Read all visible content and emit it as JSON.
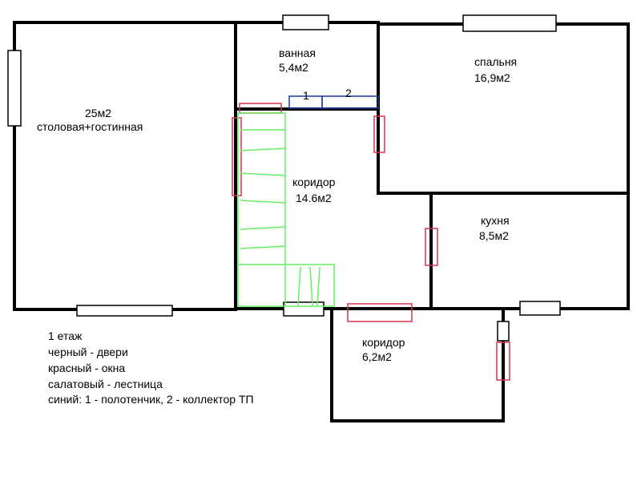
{
  "colors": {
    "walls": "#000000",
    "doors": "#000000",
    "windows": "#d8344f",
    "stairs": "#66ee66",
    "fixtures": "#1a3aa8",
    "background": "#ffffff"
  },
  "rooms": {
    "living": {
      "area": "25м2",
      "name": "столовая+гостинная"
    },
    "bathroom": {
      "name": "ванная",
      "area": "5,4м2"
    },
    "bedroom": {
      "name": "спальня",
      "area": "16,9м2"
    },
    "corridor_main": {
      "name": "коридор",
      "area": "14.6м2"
    },
    "kitchen": {
      "name": "кухня",
      "area": "8,5м2"
    },
    "corridor_small": {
      "name": "коридор",
      "area": "6,2м2"
    }
  },
  "fixtures": {
    "marker_1": "1",
    "marker_2": "2"
  },
  "legend": {
    "floor": "1 етаж",
    "black": "черный - двери",
    "red": "красный - окна",
    "green": "салатовый - лестница",
    "blue": "синий: 1 - полотенчик, 2 - коллектор ТП"
  }
}
